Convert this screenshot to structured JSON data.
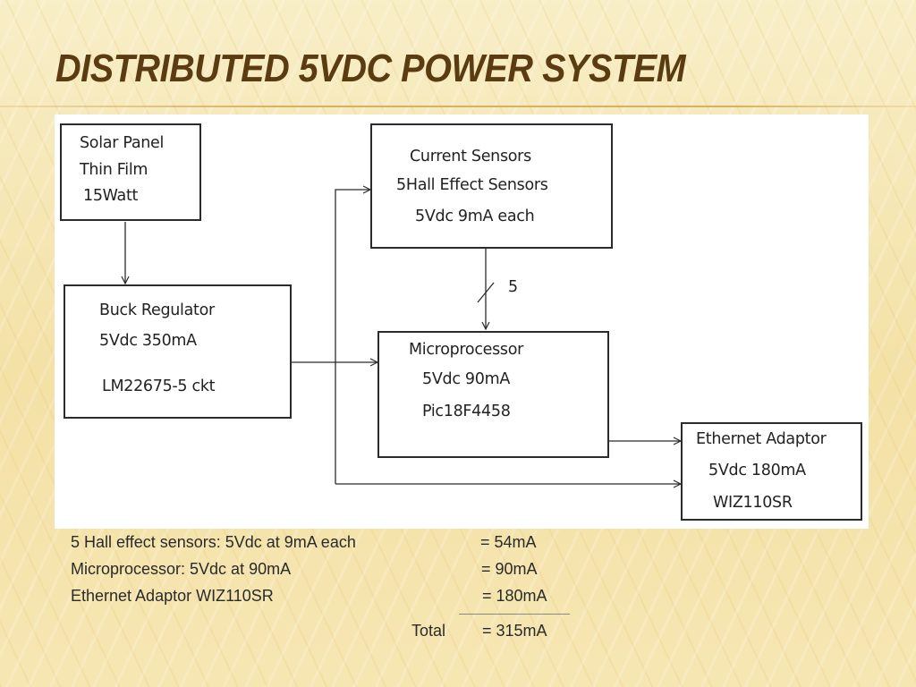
{
  "slide": {
    "title": "Distributed 5Vdc Power System"
  },
  "diagram": {
    "solar_panel": {
      "line1": "Solar Panel",
      "line2": "Thin Film",
      "line3": "15Watt"
    },
    "buck_regulator": {
      "line1": "Buck Regulator",
      "line2": "5Vdc  350mA",
      "line3": "LM22675-5 ckt"
    },
    "current_sensors": {
      "line1": "Current Sensors",
      "line2": "5Hall Effect Sensors",
      "line3": "5Vdc 9mA each"
    },
    "bus_label": "5",
    "microprocessor": {
      "line1": "Microprocessor",
      "line2": "5Vdc 90mA",
      "line3": "Pic18F4458"
    },
    "ethernet_adaptor": {
      "line1": "Ethernet Adaptor",
      "line2": "5Vdc 180mA",
      "line3": "WIZ110SR"
    }
  },
  "budget": {
    "rows": [
      {
        "label": "5 Hall effect sensors: 5Vdc at 9mA each",
        "value": "= 54mA"
      },
      {
        "label": "Microprocessor: 5Vdc at 90mA",
        "value": "= 90mA"
      },
      {
        "label": "Ethernet Adaptor WIZ110SR",
        "value": "= 180mA"
      }
    ],
    "total_label": "Total",
    "total_value": "= 315mA"
  },
  "colors": {
    "title": "#5b3c12",
    "background": "#f6e7b4",
    "line": "#2b2b2b"
  }
}
